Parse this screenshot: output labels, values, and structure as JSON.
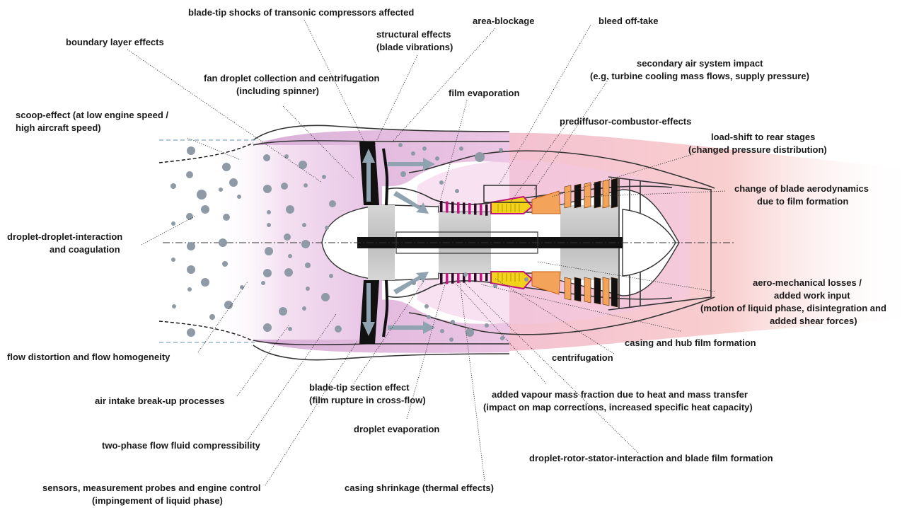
{
  "diagram": {
    "title": "",
    "colors": {
      "intake_mist": "#f3dbef",
      "fan_duct": "#dfb7dd",
      "exhaust": "#f6cdd0",
      "core_grey": "#c8c8c8",
      "compressor_blades": "#c0157d",
      "combustor": "#f2d21a",
      "turbine_orange": "#f4a35a",
      "shaft": "#111111",
      "droplet": "#8e9aa6",
      "flow_arrow": "#8fa3b0"
    },
    "labels": {
      "blade_tip_shocks": "blade-tip shocks of transonic compressors affected",
      "boundary_layer": "boundary layer effects",
      "structural_1": "structural effects",
      "structural_2": "(blade vibrations)",
      "area_blockage": "area-blockage",
      "bleed_offtake": "bleed off-take",
      "fan_droplet_1": "fan droplet collection and centrifugation",
      "fan_droplet_2": "(including spinner)",
      "secondary_air_1": "secondary air system impact",
      "secondary_air_2": "(e.g. turbine cooling mass flows, supply pressure)",
      "film_evaporation": "film evaporation",
      "scoop_1": "scoop-effect (at low engine speed /",
      "scoop_2": "high aircraft speed)",
      "prediffusor": "prediffusor-combustor-effects",
      "load_shift_1": "load-shift to rear stages",
      "load_shift_2": "(changed pressure distribution)",
      "blade_aero_1": "change of blade aerodynamics",
      "blade_aero_2": "due to film formation",
      "droplet_interaction_1": "droplet-droplet-interaction",
      "droplet_interaction_2": "and coagulation",
      "aero_mech_1": "aero-mechanical losses /",
      "aero_mech_2": "added work input",
      "aero_mech_3": "(motion of liquid phase, disintegration and",
      "aero_mech_4": "added shear forces)",
      "casing_hub_film": "casing and hub film formation",
      "flow_distortion": "flow distortion and flow homogeneity",
      "centrifugation": "centrifugation",
      "air_intake_breakup": "air intake break-up processes",
      "blade_tip_section_1": "blade-tip section effect",
      "blade_tip_section_2": "(film rupture in cross-flow)",
      "added_vapour_1": "added vapour mass fraction due to heat and mass transfer",
      "added_vapour_2": "(impact on map corrections, increased specific heat capacity)",
      "droplet_evaporation": "droplet evaporation",
      "two_phase": "two-phase flow fluid compressibility",
      "droplet_rotor_stator": "droplet-rotor-stator-interaction and blade film formation",
      "sensors_1": "sensors, measurement probes and engine control",
      "sensors_2": "(impingement of liquid phase)",
      "casing_shrinkage": "casing shrinkage (thermal effects)"
    }
  }
}
